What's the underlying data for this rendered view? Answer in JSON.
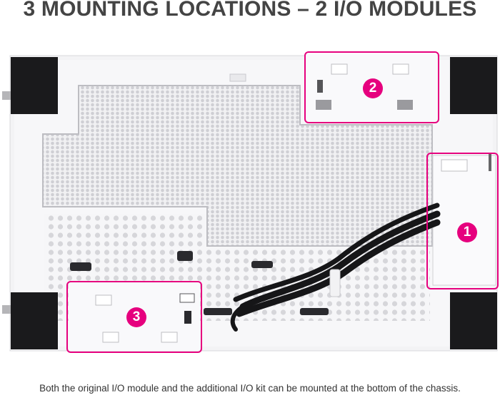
{
  "title": "3 MOUNTING LOCATIONS – 2 I/O MODULES",
  "caption": "Both the original I/O module and the additional I/O kit can be mounted at the bottom of the chassis.",
  "accent_color": "#e6007e",
  "callouts": [
    {
      "number": "1",
      "label": "1"
    },
    {
      "number": "2",
      "label": "2"
    },
    {
      "number": "3",
      "label": "3"
    }
  ]
}
